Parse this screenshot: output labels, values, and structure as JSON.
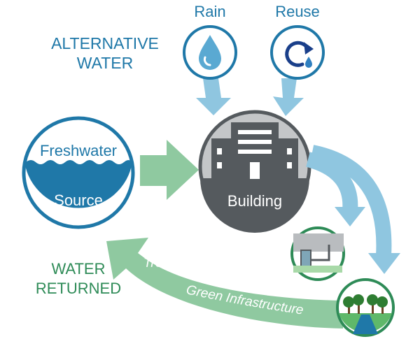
{
  "alternative": {
    "line1": "ALTERNATIVE",
    "line2": "WATER"
  },
  "rain": {
    "label": "Rain",
    "icon": "water-drop-icon"
  },
  "reuse": {
    "label": "Reuse",
    "icon": "recycle-drop-icon"
  },
  "source": {
    "top_label": "Freshwater",
    "bottom_label": "Source"
  },
  "building": {
    "label": "Building",
    "icon": "building-icon"
  },
  "returned": {
    "line1": "WATER",
    "line2": "RETURNED"
  },
  "flows": {
    "treated": "Treated Wastewater",
    "green": "Green Infrastructure"
  },
  "colors": {
    "blue_dark": "#1f78a8",
    "blue_light": "#8fc6e0",
    "green_dark": "#2e8b57",
    "green_light": "#8fc9a0",
    "gray_dark": "#555a5e",
    "gray_light": "#c4c6c8"
  }
}
